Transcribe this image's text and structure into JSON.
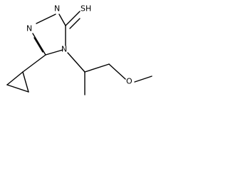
{
  "molecule": {
    "atoms": {
      "n1": "N",
      "n2": "N",
      "n4": "N",
      "sh": "SH",
      "o": "O"
    }
  }
}
